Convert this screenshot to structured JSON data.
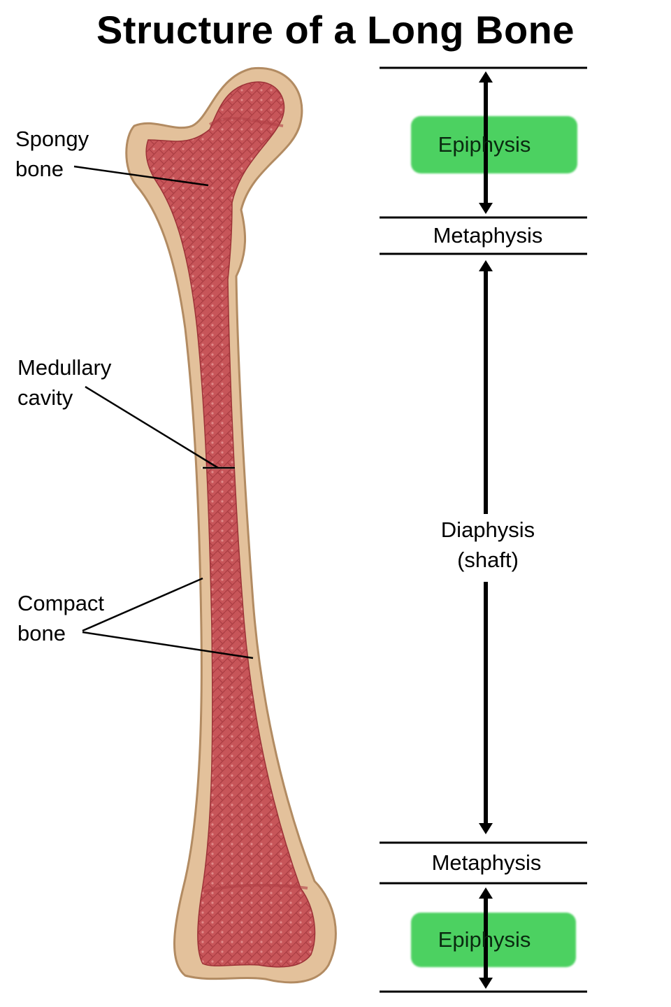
{
  "title": "Structure of a Long Bone",
  "left_labels": {
    "spongy_line1": "Spongy",
    "spongy_line2": "bone",
    "medullary_line1": "Medullary",
    "medullary_line2": "cavity",
    "compact_line1": "Compact",
    "compact_line2": "bone"
  },
  "regions": {
    "epiphysis_top": "Epiphysis",
    "metaphysis_top": "Metaphysis",
    "diaphysis_line1": "Diaphysis",
    "diaphysis_line2": "(shaft)",
    "metaphysis_bottom": "Metaphysis",
    "epiphysis_bottom": "Epiphysis"
  },
  "colors": {
    "highlight": "#43cf59",
    "marrow": "#c85a5e",
    "compact_bone": "#e6c6a3"
  }
}
